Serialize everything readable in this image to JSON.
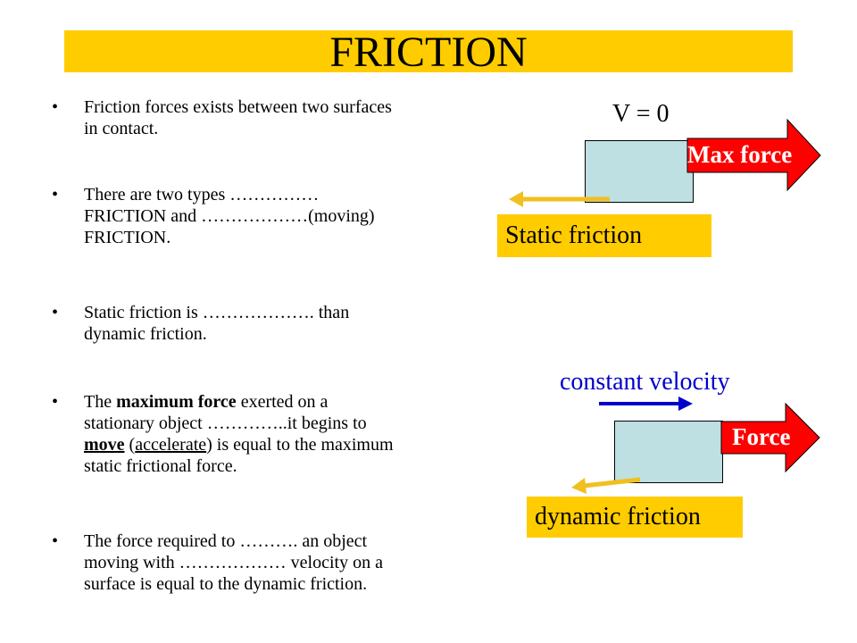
{
  "title": "FRICTION",
  "bullet_glyph": "•",
  "bullets": [
    {
      "lines": [
        "Friction forces exists between two surfaces",
        "in contact."
      ]
    },
    {
      "lines": [
        "There are two types ……………",
        "FRICTION and ………………(moving)",
        "FRICTION."
      ]
    },
    {
      "lines": [
        "Static friction is ……………….   than",
        "dynamic friction."
      ]
    },
    {
      "line1_pre": "The ",
      "line1_bold": "maximum force",
      "line1_post": " exerted on a",
      "line2": "stationary object …………..it begins to",
      "line3_move": "move",
      "line3_mid1": " (",
      "line3_accel": "accelerate",
      "line3_post": ") is equal to the maximum",
      "line4": "static frictional force."
    },
    {
      "lines": [
        "The force required to ………. an object",
        "moving with ……………… velocity on a",
        "surface is equal to the dynamic friction."
      ]
    }
  ],
  "diagram_static": {
    "velocity_label": "V = 0",
    "force_label": "Max force",
    "friction_label": "Static friction"
  },
  "diagram_dynamic": {
    "velocity_label": "constant velocity",
    "force_label": "Force",
    "friction_label": "dynamic  friction"
  },
  "colors": {
    "title_bg": "#ffcc00",
    "box_fill": "#bee0e2",
    "force_arrow": "#ff0000",
    "friction_arrow": "#f0c020",
    "velocity_arrow": "#0000cc"
  }
}
